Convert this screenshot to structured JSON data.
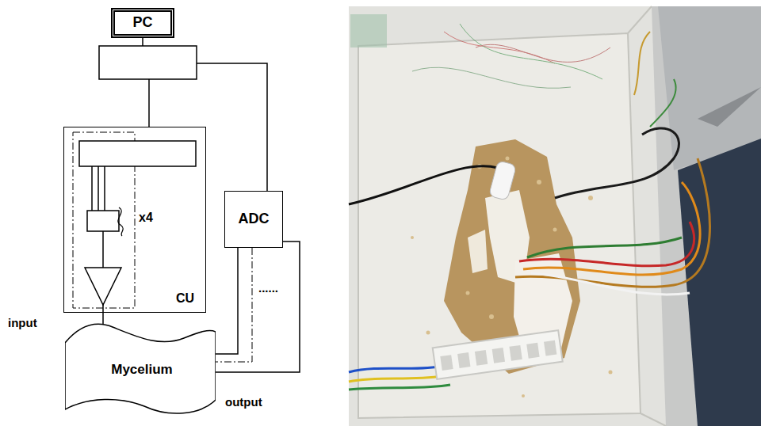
{
  "diagram": {
    "nodes": [
      {
        "text": [
          "PC"
        ]
      },
      {
        "text": [
          "CU"
        ]
      },
      {
        "text": [
          "ADC"
        ]
      },
      {
        "text": [
          "Mycelium"
        ]
      }
    ],
    "edges": [
      {
        "from": 1,
        "to": 3,
        "arrow": "none"
      },
      {
        "from": 2,
        "to": 3,
        "arrow": "none"
      },
      {
        "from": 2,
        "to": 3,
        "arrow": "none"
      },
      {
        "from": 2,
        "to": 3,
        "arrow": "none"
      }
    ],
    "labels": [
      "x4",
      "input",
      "......",
      "output"
    ]
  }
}
